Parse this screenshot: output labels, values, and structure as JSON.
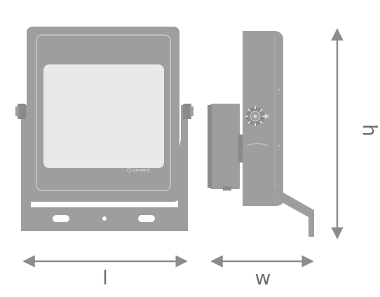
{
  "dimensions": {
    "length_label": "l",
    "width_label": "w",
    "height_label": "h"
  },
  "product": {
    "brand_text": "LEDVANCE"
  },
  "colors": {
    "body": "#9e9e9e",
    "body_dark": "#8a8a8a",
    "panel_outline": "#c8c8c8",
    "lens": "#e8e8e8",
    "arrow": "#8c8c8c",
    "label": "#6f6f6f"
  }
}
